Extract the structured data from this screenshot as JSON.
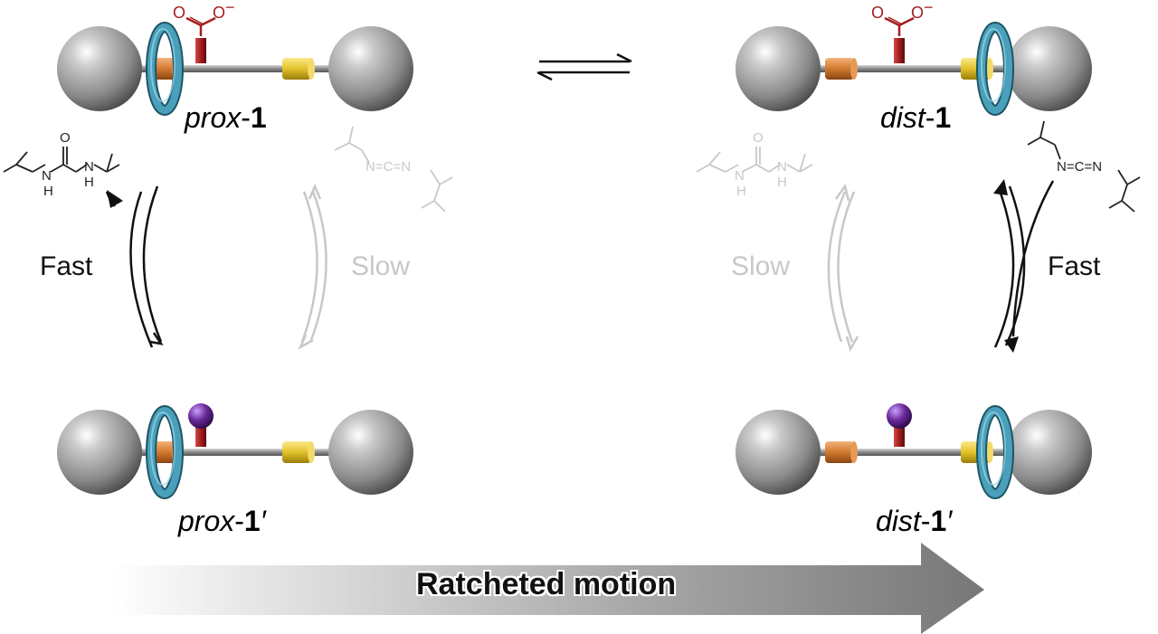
{
  "molecules": {
    "prox1": {
      "prefix": "prox",
      "sep": "-",
      "num": "1",
      "prime": ""
    },
    "dist1": {
      "prefix": "dist",
      "sep": "-",
      "num": "1",
      "prime": ""
    },
    "prox1p": {
      "prefix": "prox",
      "sep": "-",
      "num": "1",
      "prime": "′"
    },
    "dist1p": {
      "prefix": "dist",
      "sep": "-",
      "num": "1",
      "prime": "′"
    }
  },
  "carboxylate": {
    "o1": "O",
    "o2": "O",
    "charge": "−"
  },
  "rates": {
    "left_active": "Fast",
    "left_faded": "Slow",
    "right_faded": "Slow",
    "right_active": "Fast"
  },
  "urea": {
    "n": "N",
    "h": "H",
    "o": "O"
  },
  "carbodiimide": {
    "n": "N",
    "eq": "=",
    "c": "C"
  },
  "banner": {
    "label": "Ratcheted motion"
  },
  "colors": {
    "stopper": "#9a9a9a",
    "ring": "#3d8fa8",
    "orange_station": "#d2792f",
    "yellow_station": "#e2c22a",
    "carboxylate": "#a41e1e",
    "ester_ball": "#6a2a9a",
    "active": "#111111",
    "faded": "#c8c8c8"
  }
}
